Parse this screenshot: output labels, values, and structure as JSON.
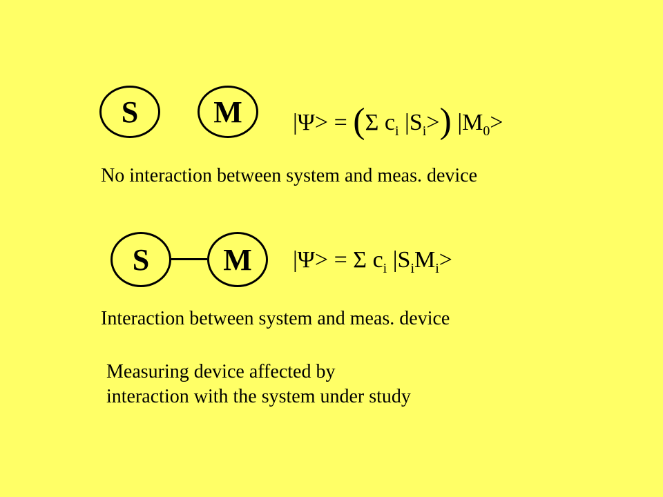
{
  "diagram1": {
    "node_s": "S",
    "node_m": "M",
    "formula": {
      "psi": "|Ψ>",
      "eq": "=",
      "open": "(",
      "sigma": "Σ",
      "c": "c",
      "c_sub": "i",
      "ket_s": "|S",
      "s_sub": "i",
      "ket_close": ">",
      "close": ")",
      "ket_m": "|M",
      "m_sub": "0",
      "ket_m_close": ">"
    },
    "caption": "No interaction between system and meas. device"
  },
  "diagram2": {
    "node_s": "S",
    "node_m": "M",
    "formula": {
      "psi": "|Ψ>",
      "eq": "=",
      "sigma": "Σ",
      "c": "c",
      "c_sub": "i",
      "ket_s": "|S",
      "s_sub": "i",
      "m": "M",
      "m_sub": "i",
      "ket_close": ">"
    },
    "caption": "Interaction between system and meas. device"
  },
  "note": {
    "line1": "Measuring device affected by",
    "line2": "interaction with the system under study"
  }
}
